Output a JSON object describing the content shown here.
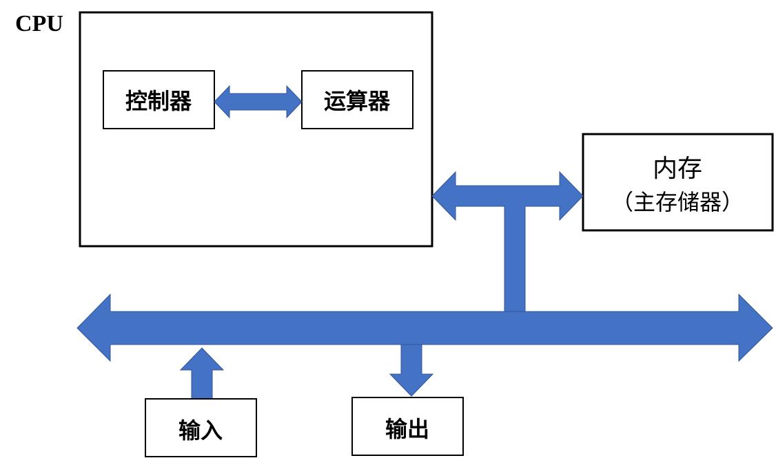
{
  "cpu": {
    "label": "CPU"
  },
  "controller": {
    "label": "控制器"
  },
  "alu": {
    "label": "运算器"
  },
  "memory": {
    "title": "内存",
    "subtitle": "（主存储器）"
  },
  "input": {
    "label": "输入"
  },
  "output": {
    "label": "输出"
  },
  "colors": {
    "arrow_fill": "#4472C4",
    "arrow_stroke": "#2F5597",
    "box_stroke": "#000000",
    "text": "#000000"
  }
}
